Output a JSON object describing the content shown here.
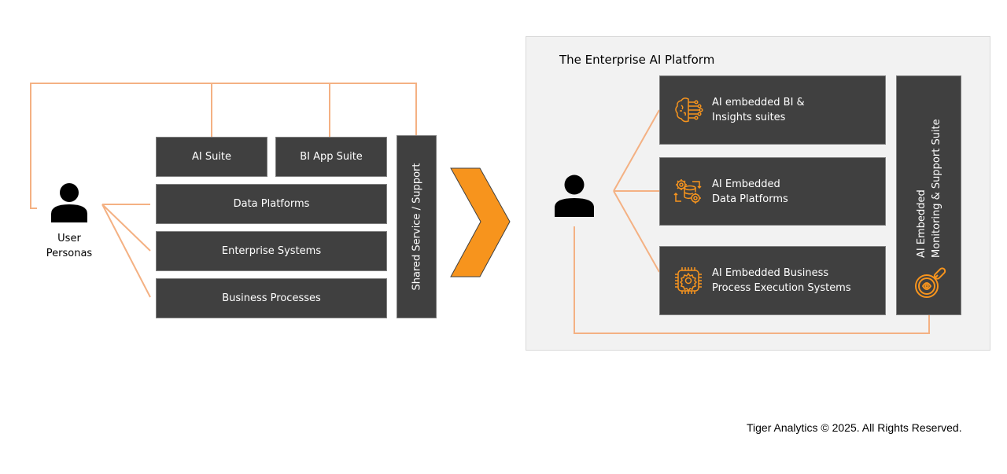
{
  "left": {
    "persona_label": "User\nPersonas",
    "persona_label_line1": "User",
    "persona_label_line2": "Personas",
    "boxes": {
      "ai_suite": "AI Suite",
      "bi_app_suite": "BI App Suite",
      "data_platforms": "Data Platforms",
      "enterprise_systems": "Enterprise Systems",
      "business_processes": "Business Processes",
      "shared_service": "Shared Service / Support"
    }
  },
  "arrow": {
    "icon": "chevron-right-icon",
    "color": "#f7941d"
  },
  "right": {
    "title": "The Enterprise AI Platform",
    "boxes": [
      {
        "icon": "brain-circuit-icon",
        "line1": "AI embedded BI &",
        "line2": "Insights suites"
      },
      {
        "icon": "database-gears-icon",
        "line1": "AI Embedded",
        "line2": "Data Platforms"
      },
      {
        "icon": "chip-gear-icon",
        "line1": "AI Embedded Business",
        "line2": "Process Execution Systems"
      }
    ],
    "monitoring": {
      "icon": "magnifier-eye-icon",
      "line1": "AI Embedded",
      "line2": "Monitoring & Support Suite"
    }
  },
  "footer": {
    "copyright": "Tiger Analytics © 2025. All Rights Reserved."
  },
  "colors": {
    "connector": "#f4b183",
    "box": "#404040",
    "accent": "#f7941d",
    "panel": "#f2f2f2"
  }
}
